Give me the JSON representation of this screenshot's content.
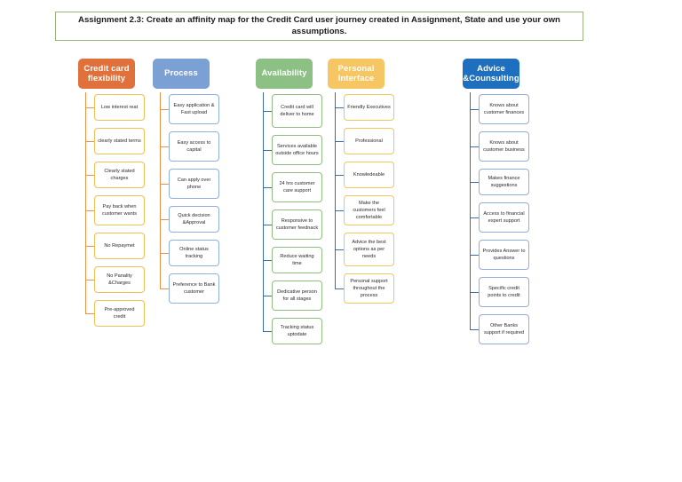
{
  "title": {
    "text": "Assignment 2.3: Create an affinity map for the Credit Card user journey created in Assignment, State and use your own assumptions.",
    "border_color": "#9cb57e"
  },
  "affinity_map": {
    "columns": [
      {
        "id": "credit-card-flexibility",
        "label": "Credit card flexibility",
        "header_color": "#E1713B",
        "header_text_color": "#ffffff",
        "card_border_color": "#EFBF55",
        "spine_color": "#E8924A",
        "cards": [
          {
            "label": "Low interest reat"
          },
          {
            "label": "clearly stated terms"
          },
          {
            "label": "Clearly stated charges"
          },
          {
            "label": "Pay back when customer wants"
          },
          {
            "label": "No Repaymet"
          },
          {
            "label": "No Panality &Charges"
          },
          {
            "label": "Pre-approved credit"
          }
        ]
      },
      {
        "id": "process",
        "label": "Process",
        "header_color": "#7BA0D4",
        "header_text_color": "#ffffff",
        "card_border_color": "#8FB0DC",
        "spine_color": "#E8924A",
        "cards": [
          {
            "label": "Easy application & Fast upload"
          },
          {
            "label": "Easy access to capital"
          },
          {
            "label": "Can apply over phone"
          },
          {
            "label": "Quick decision &Approval"
          },
          {
            "label": "Online status tracking"
          },
          {
            "label": "Preference to Bank customer"
          }
        ]
      },
      {
        "id": "availability",
        "label": "Availability",
        "header_color": "#8CC084",
        "header_text_color": "#ffffff",
        "card_border_color": "#8FBE7F",
        "spine_color": "#3C6EA5",
        "cards": [
          {
            "label": "Credit card will deliver to home"
          },
          {
            "label": "Services available outside office hours"
          },
          {
            "label": "24 hrs customer care support"
          },
          {
            "label": "Responsive to customer feednack"
          },
          {
            "label": "Reduce waiting time"
          },
          {
            "label": "Dedicative person for all stages"
          },
          {
            "label": "Tracking status uptodate"
          }
        ]
      },
      {
        "id": "personal-interface",
        "label": "Personal Interface",
        "header_color": "#F5C662",
        "header_text_color": "#ffffff",
        "card_border_color": "#EFC75E",
        "spine_color": "#3C6EA5",
        "cards": [
          {
            "label": "Friendly Executives"
          },
          {
            "label": "Professional"
          },
          {
            "label": "Knowledeable"
          },
          {
            "label": "Make the customers feel comfortable"
          },
          {
            "label": "Advice the best options as per needs"
          },
          {
            "label": "Personal support throughout the process"
          }
        ]
      },
      {
        "id": "advice-counsulting",
        "label": "Advice &Counsulting",
        "header_color": "#1F6FBF",
        "header_text_color": "#ffffff",
        "card_border_color": "#8FB0DC",
        "spine_color": "#3C6EA5",
        "cards": [
          {
            "label": "Knows about customer finances"
          },
          {
            "label": "Knows about customer business"
          },
          {
            "label": "Makes finance suggestions"
          },
          {
            "label": "Access to financial expert support"
          },
          {
            "label": "Provides Answer to questions"
          },
          {
            "label": "Specific credit points to credit"
          },
          {
            "label": "Other Banks support if required"
          }
        ]
      }
    ]
  }
}
